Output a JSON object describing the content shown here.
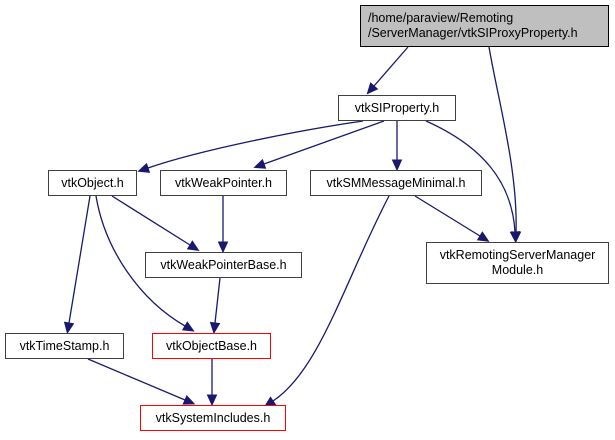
{
  "diagram": {
    "type": "include-dependency-graph",
    "colors": {
      "edge": "#191970",
      "root_fill": "#bfbfbf",
      "node_border": "#404040",
      "truncated_border": "#ff0000"
    },
    "nodes": [
      {
        "id": "root",
        "lines": [
          "/home/paraview/Remoting",
          "/ServerManager/vtkSIProxyProperty.h"
        ],
        "style": "root"
      },
      {
        "id": "vtkSIProperty",
        "lines": [
          "vtkSIProperty.h"
        ],
        "style": "normal"
      },
      {
        "id": "vtkObject",
        "lines": [
          "vtkObject.h"
        ],
        "style": "normal"
      },
      {
        "id": "vtkWeakPointer",
        "lines": [
          "vtkWeakPointer.h"
        ],
        "style": "normal"
      },
      {
        "id": "vtkSMMessageMinimal",
        "lines": [
          "vtkSMMessageMinimal.h"
        ],
        "style": "normal"
      },
      {
        "id": "vtkWeakPointerBase",
        "lines": [
          "vtkWeakPointerBase.h"
        ],
        "style": "normal"
      },
      {
        "id": "vtkRemotingServerManagerModule",
        "lines": [
          "vtkRemotingServerManager",
          "Module.h"
        ],
        "style": "normal"
      },
      {
        "id": "vtkTimeStamp",
        "lines": [
          "vtkTimeStamp.h"
        ],
        "style": "normal"
      },
      {
        "id": "vtkObjectBase",
        "lines": [
          "vtkObjectBase.h"
        ],
        "style": "truncated"
      },
      {
        "id": "vtkSystemIncludes",
        "lines": [
          "vtkSystemIncludes.h"
        ],
        "style": "truncated"
      }
    ],
    "edges": [
      {
        "from": "root",
        "to": "vtkSIProperty"
      },
      {
        "from": "root",
        "to": "vtkRemotingServerManagerModule"
      },
      {
        "from": "vtkSIProperty",
        "to": "vtkObject"
      },
      {
        "from": "vtkSIProperty",
        "to": "vtkWeakPointer"
      },
      {
        "from": "vtkSIProperty",
        "to": "vtkSMMessageMinimal"
      },
      {
        "from": "vtkSIProperty",
        "to": "vtkRemotingServerManagerModule"
      },
      {
        "from": "vtkObject",
        "to": "vtkWeakPointerBase"
      },
      {
        "from": "vtkObject",
        "to": "vtkTimeStamp"
      },
      {
        "from": "vtkObject",
        "to": "vtkObjectBase"
      },
      {
        "from": "vtkWeakPointer",
        "to": "vtkWeakPointerBase"
      },
      {
        "from": "vtkSMMessageMinimal",
        "to": "vtkRemotingServerManagerModule"
      },
      {
        "from": "vtkSMMessageMinimal",
        "to": "vtkSystemIncludes"
      },
      {
        "from": "vtkWeakPointerBase",
        "to": "vtkObjectBase"
      },
      {
        "from": "vtkTimeStamp",
        "to": "vtkSystemIncludes"
      },
      {
        "from": "vtkObjectBase",
        "to": "vtkSystemIncludes"
      }
    ]
  }
}
